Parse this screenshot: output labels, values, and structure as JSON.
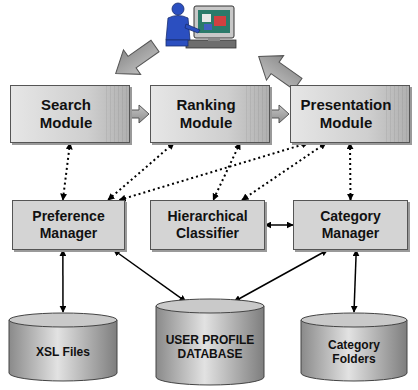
{
  "diagram": {
    "nodes": [
      {
        "text": [
          "Search Module"
        ]
      },
      {
        "text": [
          "Ranking Module"
        ]
      },
      {
        "text": [
          "Presentation Module"
        ]
      },
      {
        "text": [
          "Preference Manager"
        ]
      },
      {
        "text": [
          "Hierarchical Classifier"
        ]
      },
      {
        "text": [
          "Category Manager"
        ]
      },
      {
        "text": [
          "XSL Files"
        ]
      },
      {
        "text": [
          "USER PROFILE DATABASE"
        ]
      },
      {
        "text": [
          "Category Folders"
        ]
      }
    ],
    "edges": [
      {
        "from": 0,
        "to": 1,
        "arrow": "to"
      },
      {
        "from": 1,
        "to": 2,
        "arrow": "to"
      },
      {
        "from": 0,
        "to": 3,
        "arrow": "both"
      },
      {
        "from": 1,
        "to": 3,
        "arrow": "both"
      },
      {
        "from": 2,
        "to": 3,
        "arrow": "both"
      },
      {
        "from": 1,
        "to": 4,
        "arrow": "both"
      },
      {
        "from": 2,
        "to": 4,
        "arrow": "both"
      },
      {
        "from": 2,
        "to": 5,
        "arrow": "both"
      },
      {
        "from": 4,
        "to": 5,
        "arrow": "both"
      },
      {
        "from": 3,
        "to": 6,
        "arrow": "both"
      },
      {
        "from": 3,
        "to": 7,
        "arrow": "both"
      },
      {
        "from": 5,
        "to": 7,
        "arrow": "both"
      },
      {
        "from": 5,
        "to": 8,
        "arrow": "both"
      }
    ]
  }
}
